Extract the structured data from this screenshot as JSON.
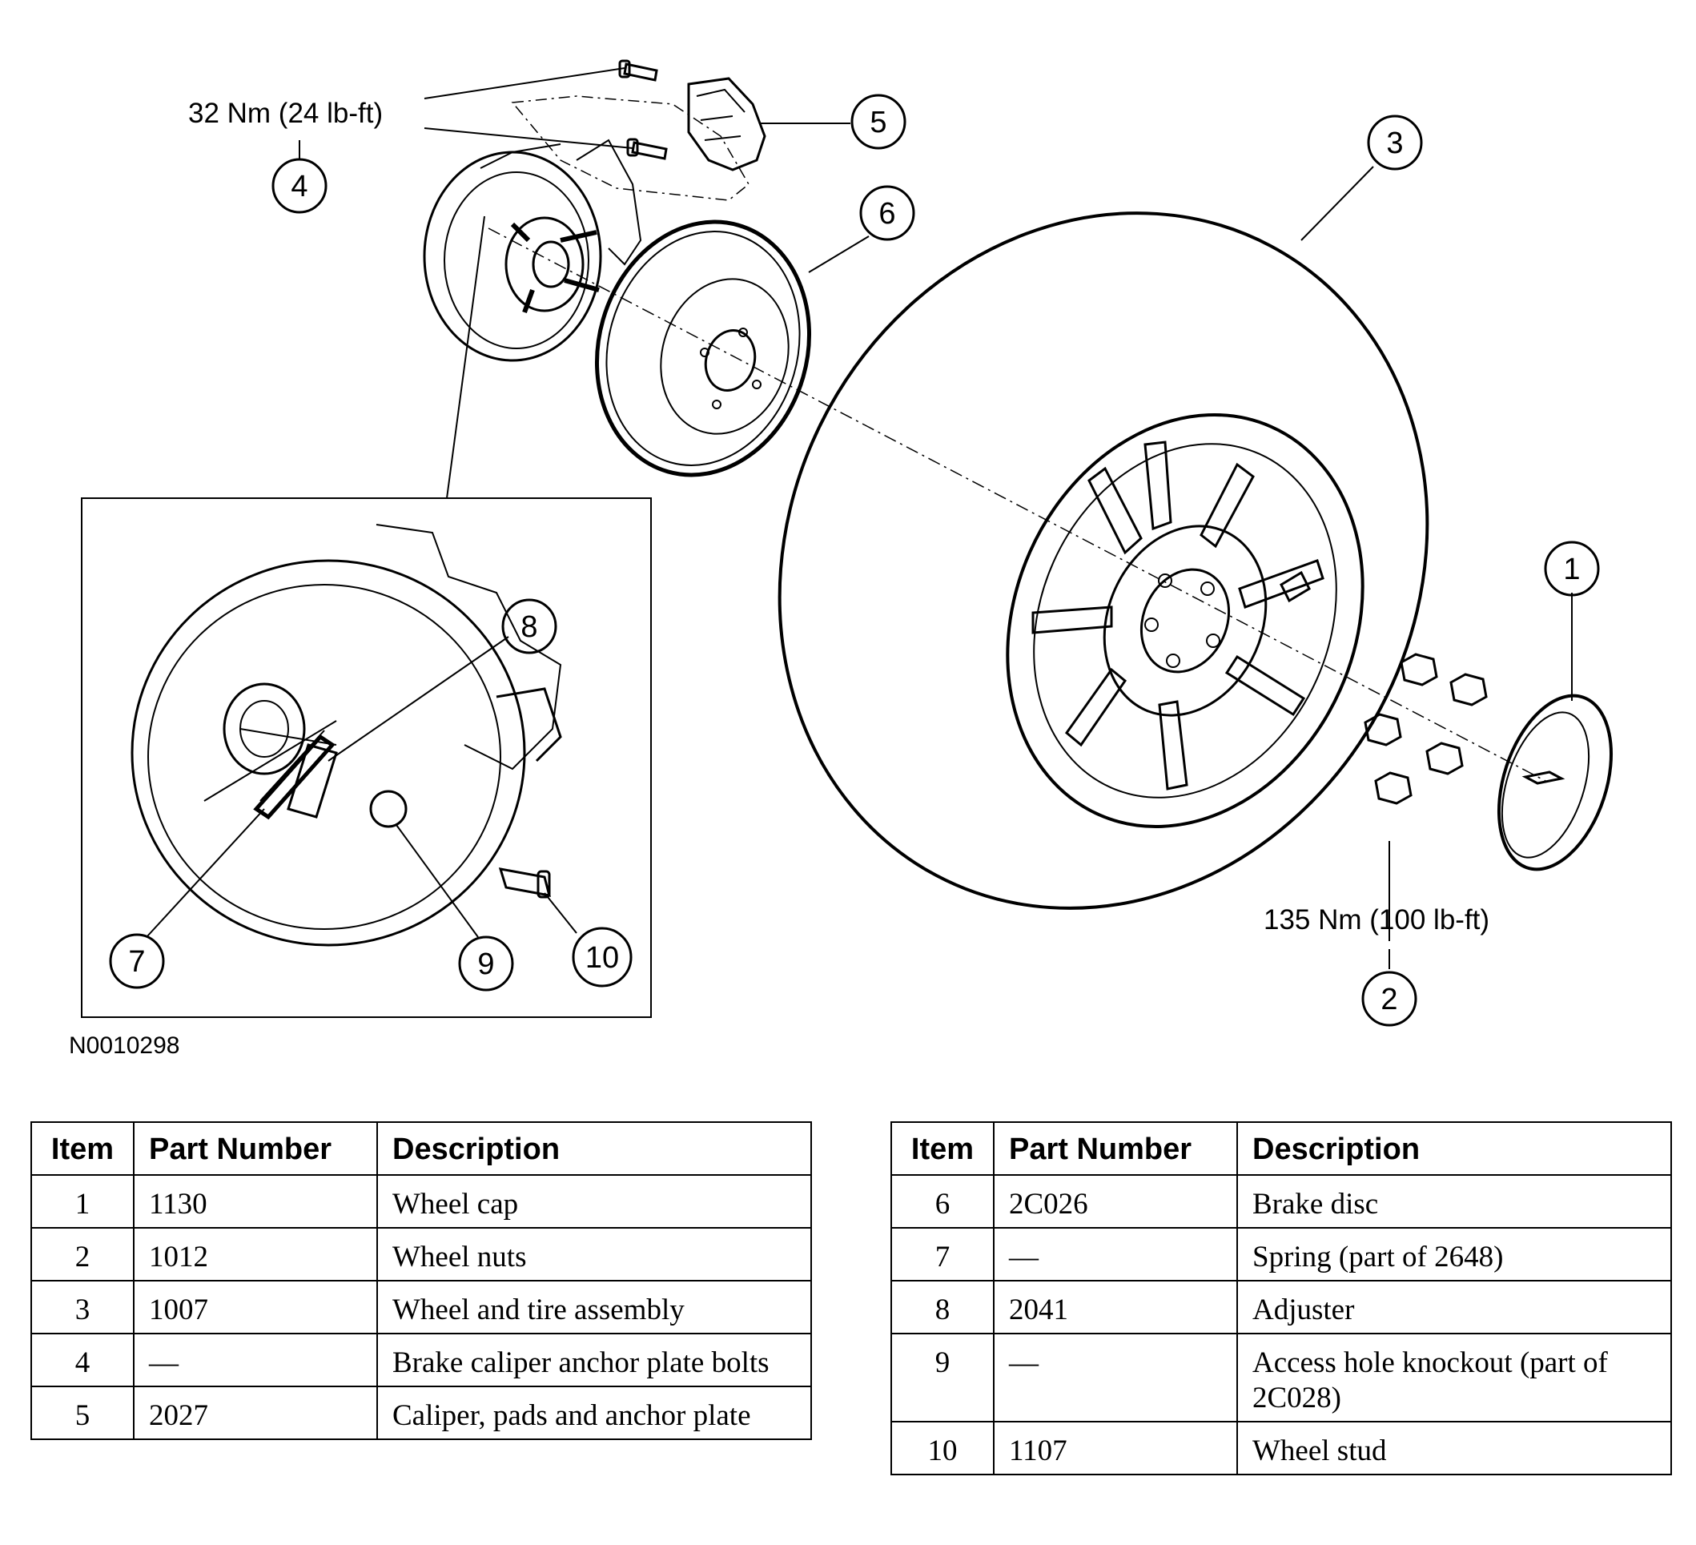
{
  "callouts": {
    "c1": "1",
    "c2": "2",
    "c3": "3",
    "c4": "4",
    "c5": "5",
    "c6": "6",
    "c7": "7",
    "c8": "8",
    "c9": "9",
    "c10": "10"
  },
  "torque": {
    "caliper_bolts": "32 Nm (24 lb-ft)",
    "wheel_nuts": "135 Nm (100 lb-ft)"
  },
  "figure_id": "N0010298",
  "table_headers": {
    "item": "Item",
    "part_number": "Part Number",
    "description": "Description"
  },
  "parts_left": [
    {
      "item": "1",
      "part": "1130",
      "desc": "Wheel cap"
    },
    {
      "item": "2",
      "part": "1012",
      "desc": "Wheel nuts"
    },
    {
      "item": "3",
      "part": "1007",
      "desc": "Wheel and tire assembly"
    },
    {
      "item": "4",
      "part": "—",
      "desc": "Brake caliper anchor plate bolts"
    },
    {
      "item": "5",
      "part": "2027",
      "desc": "Caliper, pads and anchor plate"
    }
  ],
  "parts_right": [
    {
      "item": "6",
      "part": "2C026",
      "desc": "Brake disc"
    },
    {
      "item": "7",
      "part": "—",
      "desc": "Spring (part of 2648)"
    },
    {
      "item": "8",
      "part": "2041",
      "desc": "Adjuster"
    },
    {
      "item": "9",
      "part": "—",
      "desc": "Access hole knockout (part of 2C028)"
    },
    {
      "item": "10",
      "part": "1107",
      "desc": "Wheel stud"
    }
  ]
}
